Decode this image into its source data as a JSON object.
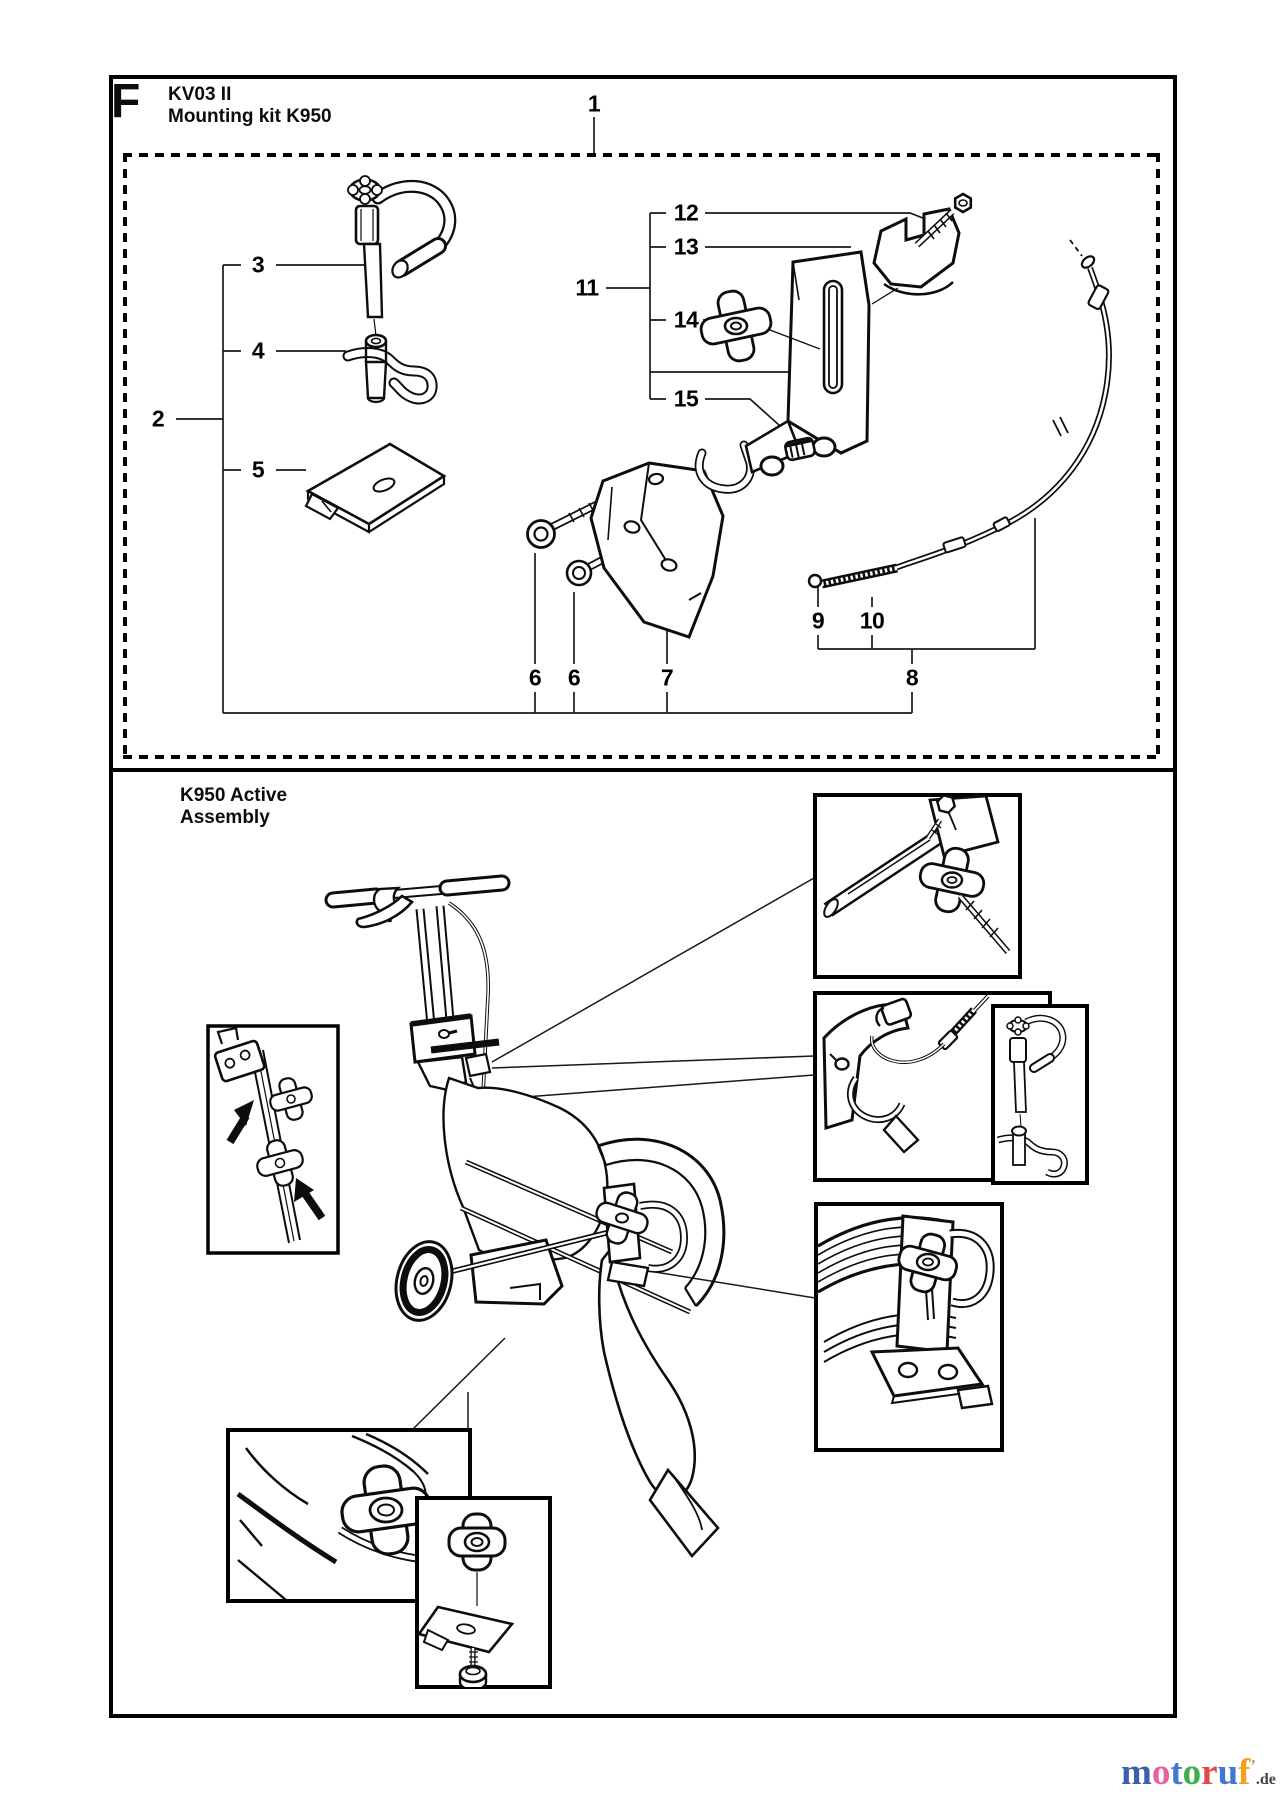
{
  "header": {
    "figure_letter": "F",
    "title_line1": "KV03 II",
    "title_line2": "Mounting kit K950"
  },
  "assembly": {
    "title_line1": "K950 Active",
    "title_line2": "Assembly"
  },
  "callouts": {
    "n1": "1",
    "n2": "2",
    "n3": "3",
    "n4": "4",
    "n5": "5",
    "n6a": "6",
    "n6b": "6",
    "n7": "7",
    "n8": "8",
    "n9": "9",
    "n10": "10",
    "n11": "11",
    "n12": "12",
    "n13": "13",
    "n14": "14",
    "n15": "15"
  },
  "ink_color": "#0d0d0d",
  "watermark": {
    "word": [
      {
        "ch": "m",
        "color": "#3b5fa8"
      },
      {
        "ch": "o",
        "color": "#e7609f"
      },
      {
        "ch": "t",
        "color": "#4477cf"
      },
      {
        "ch": "o",
        "color": "#3fae49"
      },
      {
        "ch": "r",
        "color": "#e04a4a"
      },
      {
        "ch": "u",
        "color": "#4477cf"
      },
      {
        "ch": "f",
        "color": "#f2a21f"
      }
    ],
    "tick": "’",
    "suffix": ".de"
  }
}
